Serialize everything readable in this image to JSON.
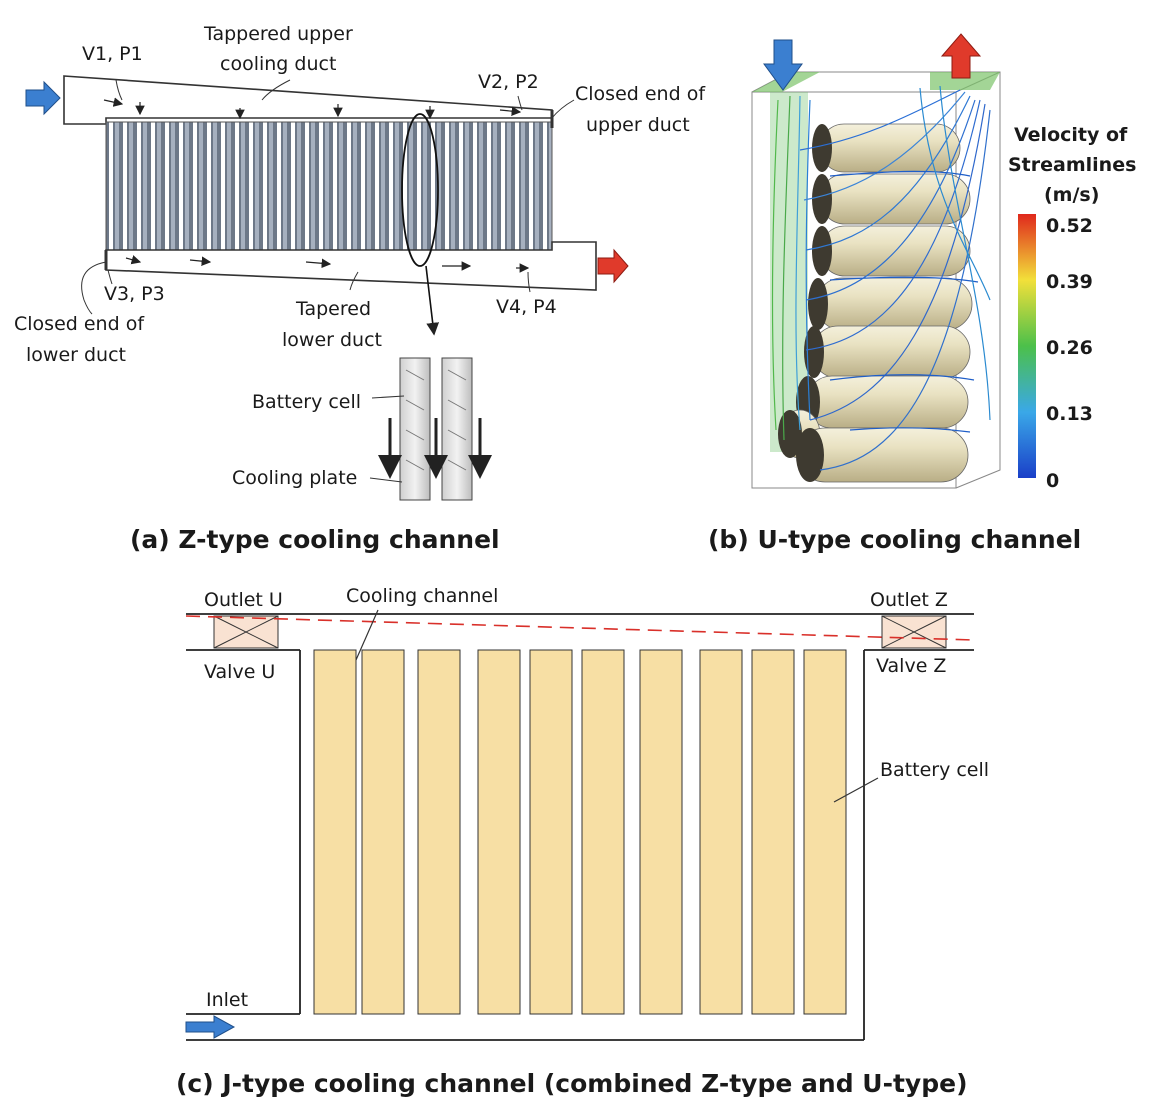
{
  "panel_a": {
    "caption": "(a) Z-type cooling channel",
    "labels": {
      "upper_duct_1": "Tappered upper",
      "upper_duct_2": "cooling duct",
      "v1p1": "V1, P1",
      "v2p2": "V2, P2",
      "closed_upper_1": "Closed end of",
      "closed_upper_2": "upper duct",
      "v3p3": "V3, P3",
      "closed_lower_1": "Closed end of",
      "closed_lower_2": "lower duct",
      "lower_duct_1": "Tapered",
      "lower_duct_2": "lower duct",
      "v4p4": "V4, P4",
      "battery_cell": "Battery cell",
      "cooling_plate": "Cooling plate"
    }
  },
  "panel_b": {
    "caption": "(b) U-type cooling channel",
    "legend": {
      "title_1": "Velocity of",
      "title_2": "Streamlines",
      "title_3": "(m/s)",
      "ticks": [
        "0.52",
        "0.39",
        "0.26",
        "0.13",
        "0"
      ]
    }
  },
  "panel_c": {
    "caption": "(c) J-type cooling channel (combined Z-type and U-type)",
    "labels": {
      "outlet_u": "Outlet U",
      "cooling_channel": "Cooling channel",
      "outlet_z": "Outlet Z",
      "valve_u": "Valve U",
      "valve_z": "Valve Z",
      "battery_cell": "Battery cell",
      "inlet": "Inlet"
    }
  },
  "colors": {
    "inlet_arrow": "#3b7fd0",
    "outlet_arrow": "#e03a2b",
    "cell_fill": "#f7dfa4",
    "dashed_line": "#d9302a"
  }
}
